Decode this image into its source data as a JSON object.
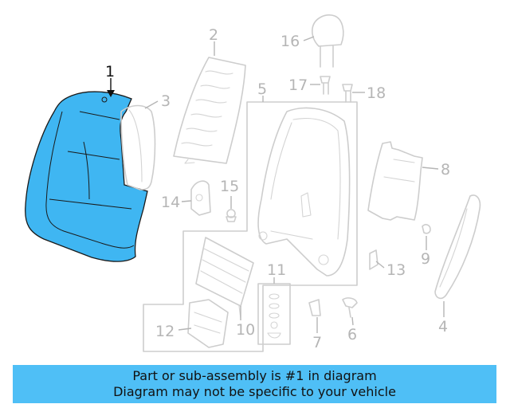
{
  "callouts": {
    "c1": "1",
    "c2": "2",
    "c3": "3",
    "c4": "4",
    "c5": "5",
    "c6": "6",
    "c7": "7",
    "c8": "8",
    "c9": "9",
    "c10": "10",
    "c11": "11",
    "c12": "12",
    "c13": "13",
    "c14": "14",
    "c15": "15",
    "c16": "16",
    "c17": "17",
    "c18": "18"
  },
  "colors": {
    "highlight_fill": "#3fb6f2",
    "banner_bg": "#4fbff6",
    "outline": "#cdcdcd"
  },
  "banner": {
    "line1": "Part or sub-assembly is #1 in diagram",
    "line2": "Diagram may not be specific to your vehicle"
  }
}
